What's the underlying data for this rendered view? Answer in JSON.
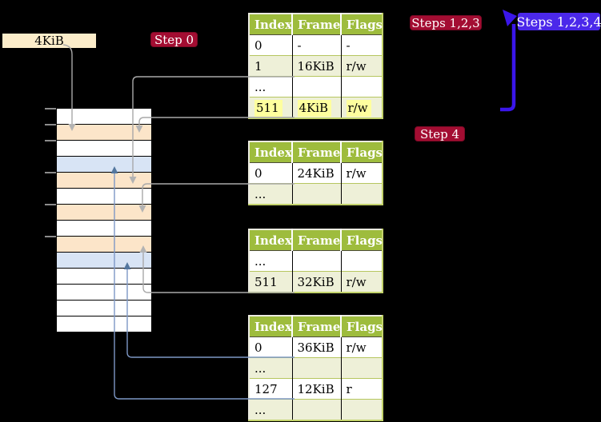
{
  "colors": {
    "header-green": "#9ebc3d",
    "row-green": "#eef0d8",
    "hl-yellow": "#feff9e",
    "badge-red": "#a30d32",
    "badge-red-border": "#7c0a26",
    "badge-blue": "#4b28ea",
    "arrow-blue": "#3a16ea",
    "line-gray": "#a9a9a9",
    "arrowhead-gray": "#b3b3b3",
    "line-blue": "#7e98c6",
    "arrowhead-blue": "#54779f",
    "mem-peach": "#fce5c9",
    "mem-blue": "#d8e4f5",
    "frame-box-bg": "#fcedca",
    "tick-gray": "#8c8c8c",
    "table-border-light": "#ecebe0",
    "table-border-green": "#c3d36b",
    "row-sep": "#b6c65f",
    "header-sep": "#4c4c38"
  },
  "frame_box": {
    "label": "4KiB"
  },
  "badges": {
    "step0": "Step 0",
    "steps123": "Steps 1,2,3",
    "steps1234": "Steps 1,2,3,4",
    "step4": "Step 4"
  },
  "tables": [
    {
      "headers": [
        "Index",
        "Frame",
        "Flags"
      ],
      "rows": [
        {
          "cells": [
            "0",
            "-",
            "-"
          ]
        },
        {
          "cells": [
            "1",
            "16KiB",
            "r/w"
          ]
        },
        {
          "cells": [
            "...",
            "",
            ""
          ]
        },
        {
          "cells": [
            "511",
            "4KiB",
            "r/w"
          ],
          "highlight": true
        }
      ]
    },
    {
      "headers": [
        "Index",
        "Frame",
        "Flags"
      ],
      "rows": [
        {
          "cells": [
            "0",
            "24KiB",
            "r/w"
          ]
        },
        {
          "cells": [
            "...",
            "",
            ""
          ]
        }
      ]
    },
    {
      "headers": [
        "Index",
        "Frame",
        "Flags"
      ],
      "rows": [
        {
          "cells": [
            "...",
            "",
            ""
          ]
        },
        {
          "cells": [
            "511",
            "32KiB",
            "r/w"
          ]
        }
      ]
    },
    {
      "headers": [
        "Index",
        "Frame",
        "Flags"
      ],
      "rows": [
        {
          "cells": [
            "0",
            "36KiB",
            "r/w"
          ]
        },
        {
          "cells": [
            "...",
            "",
            ""
          ]
        },
        {
          "cells": [
            "127",
            "12KiB",
            "r"
          ]
        },
        {
          "cells": [
            "...",
            "",
            ""
          ]
        }
      ]
    }
  ],
  "memory": {
    "rows": [
      "white",
      "peach",
      "white",
      "blue",
      "peach",
      "white",
      "peach",
      "white",
      "peach",
      "blue",
      "white",
      "white",
      "white",
      "white"
    ]
  }
}
